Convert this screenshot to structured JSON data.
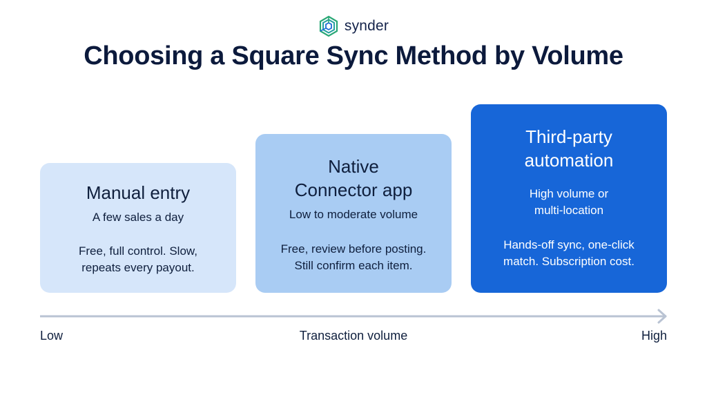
{
  "brand": {
    "name": "synder",
    "logo_icon": "synder-logo-icon",
    "logo_colors": [
      "#2aa876",
      "#1f6fd6"
    ]
  },
  "title": "Choosing a Square Sync Method by Volume",
  "cards": [
    {
      "title_lines": [
        "Manual entry"
      ],
      "subtitle_lines": [
        "A few sales a day"
      ],
      "description_lines": [
        "Free, full control. Slow,",
        "repeats every payout."
      ],
      "color": "#d6e6fa"
    },
    {
      "title_lines": [
        "Native",
        "Connector app"
      ],
      "subtitle_lines": [
        "Low to moderate volume"
      ],
      "description_lines": [
        "Free, review before posting.",
        "Still confirm each item."
      ],
      "color": "#a9ccf3"
    },
    {
      "title_lines": [
        "Third-party",
        "automation"
      ],
      "subtitle_lines": [
        "High volume or",
        "multi-location"
      ],
      "description_lines": [
        "Hands-off sync, one-click",
        "match. Subscription cost."
      ],
      "color": "#1766d8"
    }
  ],
  "axis": {
    "low_label": "Low",
    "middle_label": "Transaction volume",
    "high_label": "High",
    "arrow_icon": "arrow-right-icon",
    "color": "#b9c3d3"
  }
}
